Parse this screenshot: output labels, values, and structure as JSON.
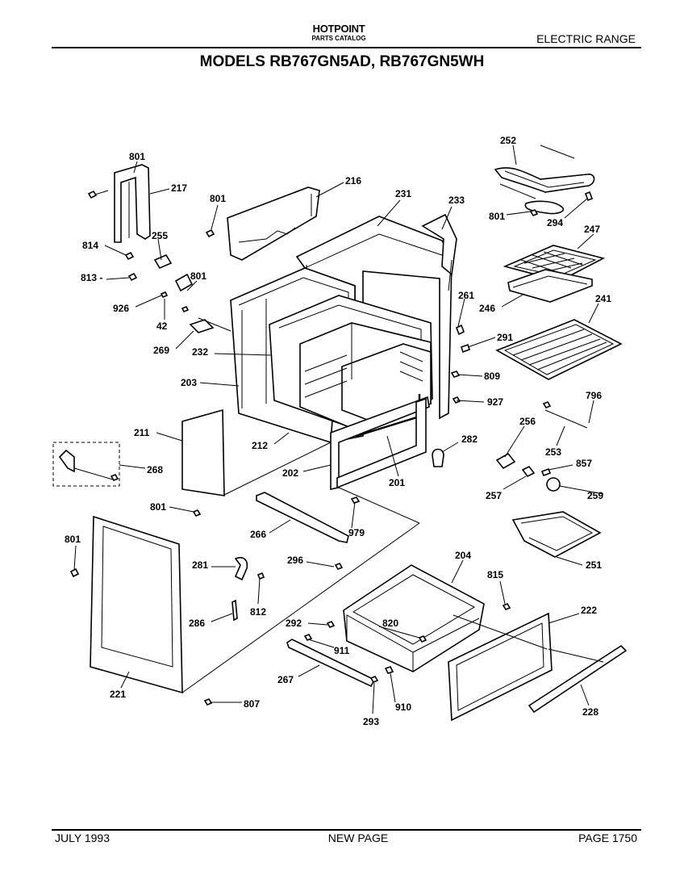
{
  "header": {
    "brand": "HOTPOINT",
    "brand_sub": "PARTS CATALOG",
    "category": "ELECTRIC RANGE",
    "models_title": "MODELS RB767GN5AD, RB767GN5WH"
  },
  "footer": {
    "date": "JULY 1993",
    "note": "NEW PAGE",
    "page": "PAGE 1750"
  },
  "parts": {
    "p801a": "801",
    "p217": "217",
    "p216": "216",
    "p801b": "801",
    "p231": "231",
    "p233": "233",
    "p252": "252",
    "p801c": "801",
    "p294": "294",
    "p247": "247",
    "p814": "814",
    "p255": "255",
    "p813": "813 -",
    "p801d": "801",
    "p926": "926",
    "p42": "42",
    "p269": "269",
    "p232": "232",
    "p261": "261",
    "p246": "246",
    "p241": "241",
    "p291": "291",
    "p809": "809",
    "p927": "927",
    "p796": "796",
    "p203": "203",
    "p211": "211",
    "p212": "212",
    "p256": "256",
    "p282": "282",
    "p253": "253",
    "p857": "857",
    "p268": "268",
    "p202": "202",
    "p201": "201",
    "p257": "257",
    "p259": "259",
    "p801e": "801",
    "p979": "979",
    "p266": "266",
    "p801f": "801",
    "p251": "251",
    "p204": "204",
    "p296": "296",
    "p281": "281",
    "p815": "815",
    "p812": "812",
    "p222": "222",
    "p286": "286",
    "p292": "292",
    "p820": "820",
    "p911": "911",
    "p221": "221",
    "p267": "267",
    "p807": "807",
    "p293": "293",
    "p910": "910",
    "p228": "228"
  }
}
